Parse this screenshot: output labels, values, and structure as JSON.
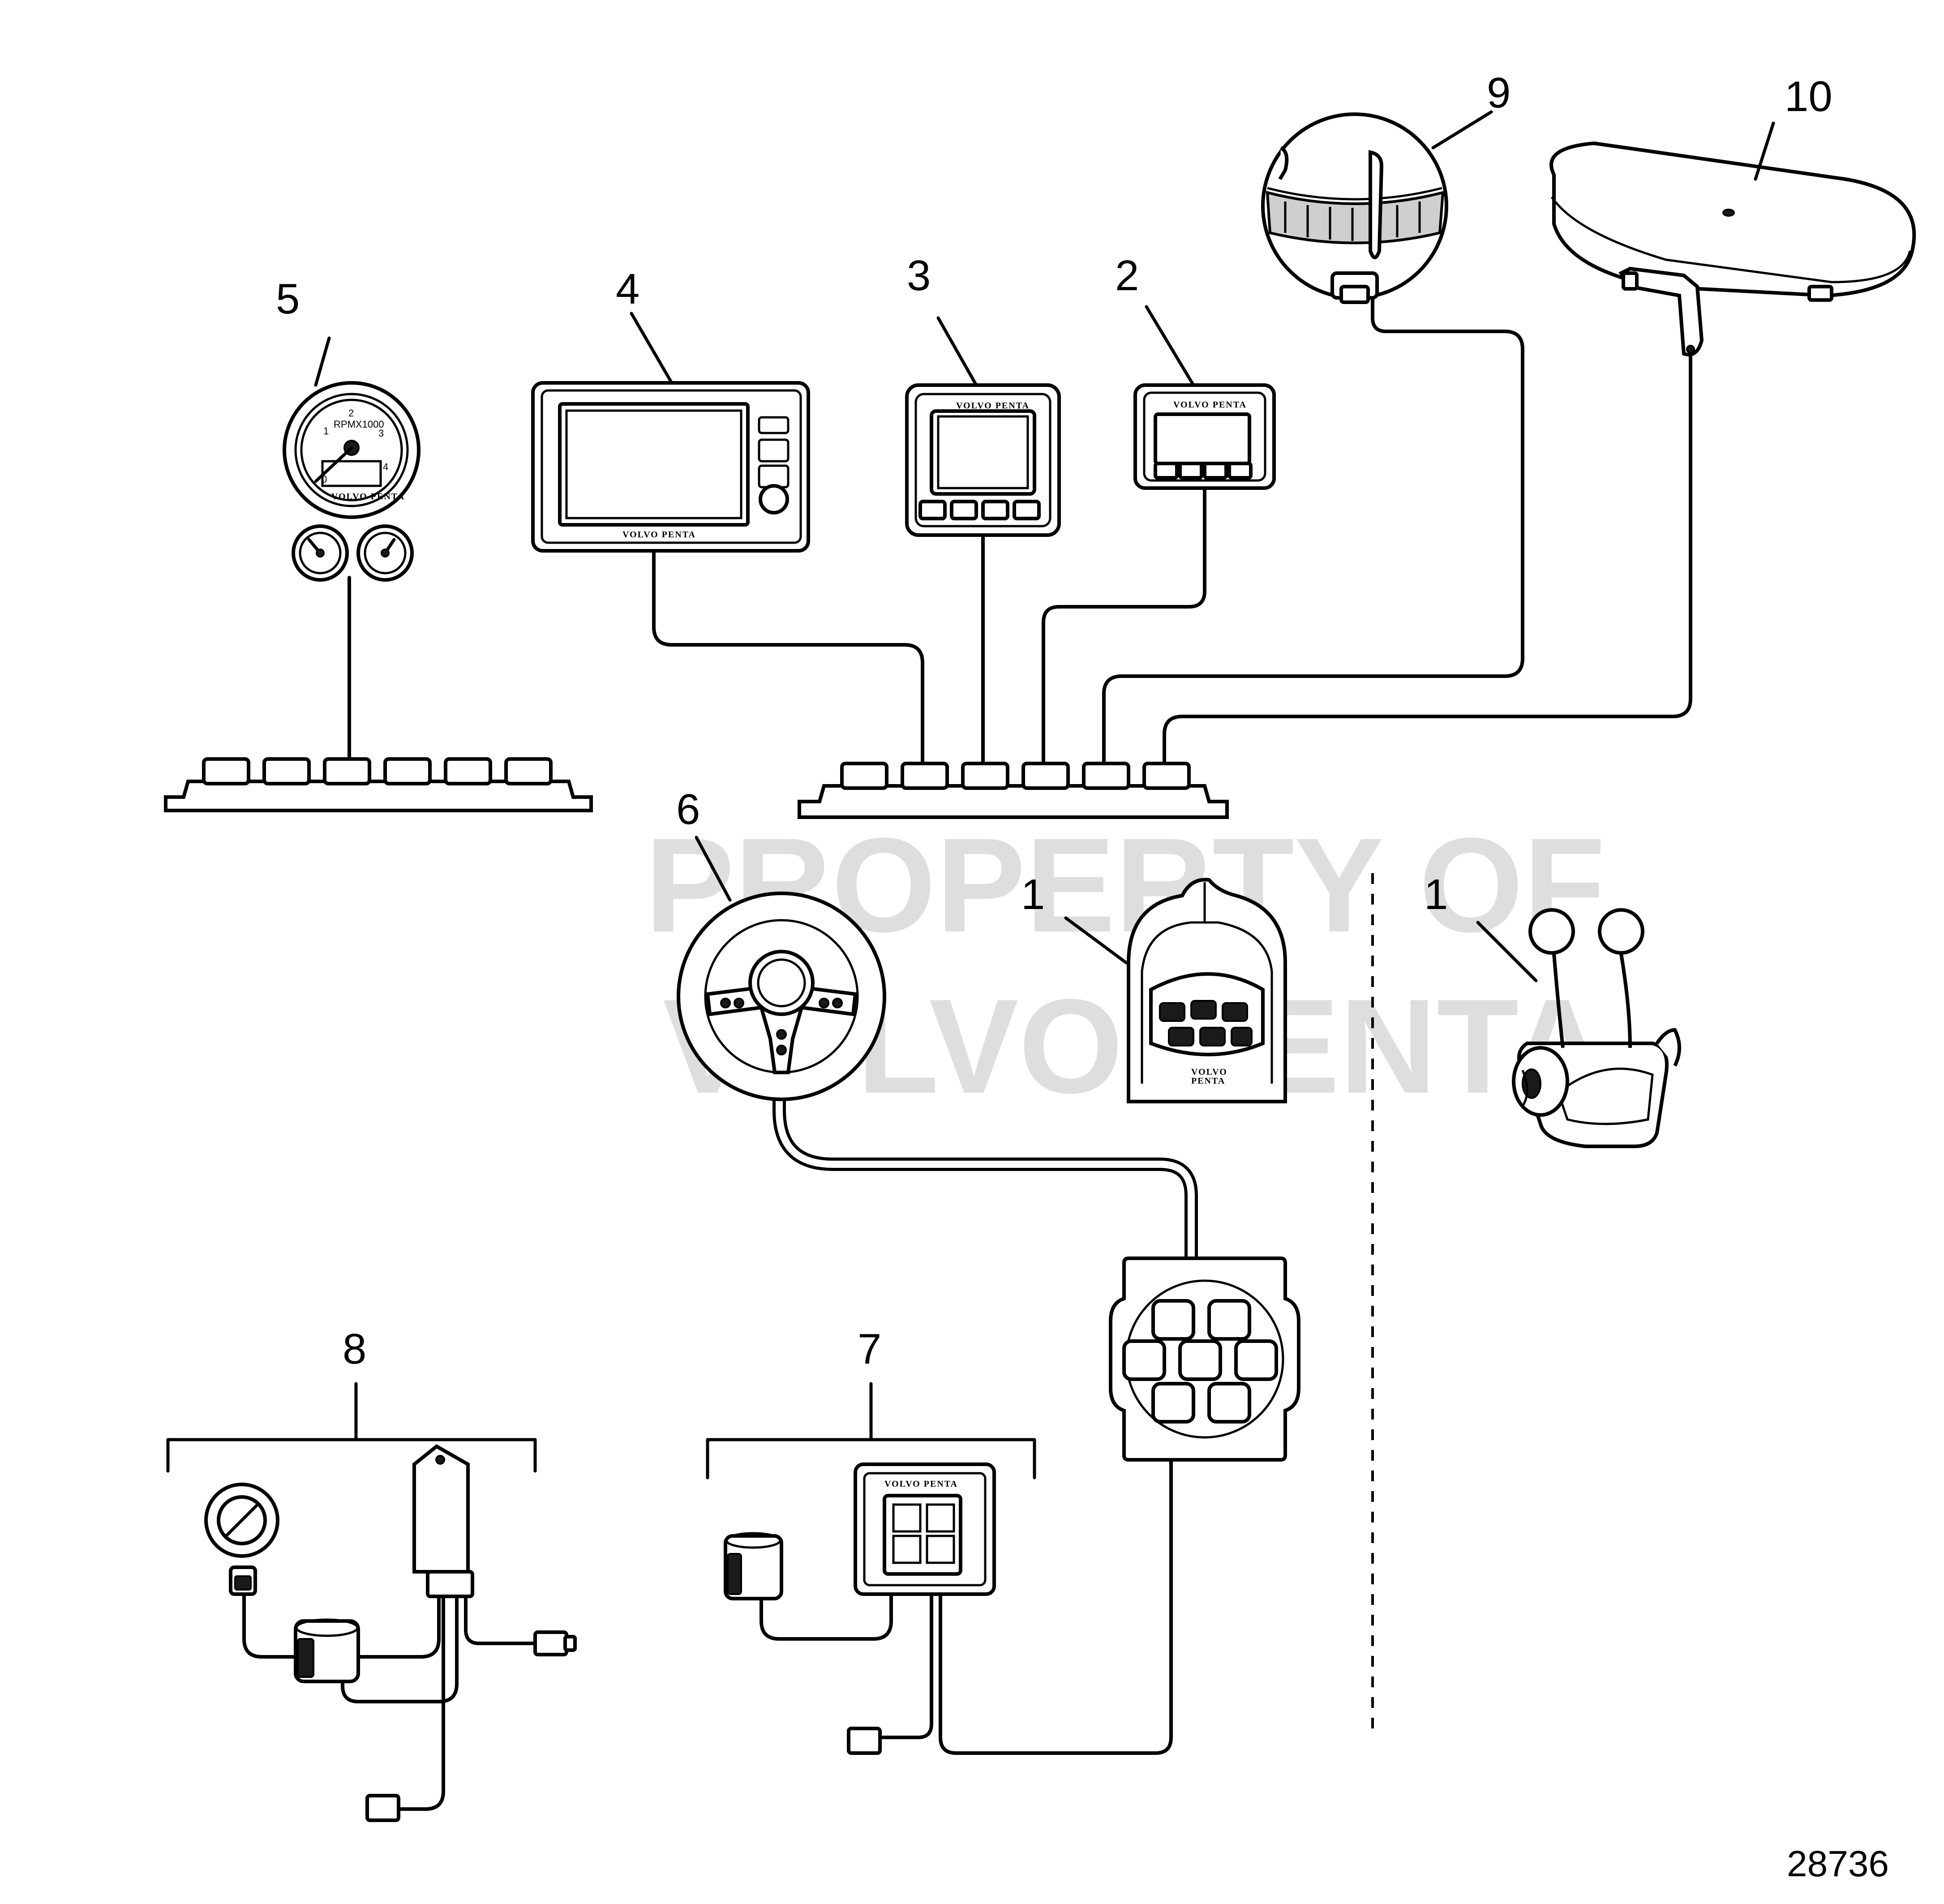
{
  "callouts": {
    "c1a": "1",
    "c1b": "1",
    "c2": "2",
    "c3": "3",
    "c4": "4",
    "c5": "5",
    "c6": "6",
    "c7": "7",
    "c8": "8",
    "c9": "9",
    "c10": "10"
  },
  "reference_number": "28736",
  "watermark": {
    "line1": "PROPERTY OF",
    "line2": "VOLVO PENTA"
  },
  "device_labels": {
    "brand": "VOLVO PENTA",
    "brand_stacked_1": "VOLVO",
    "brand_stacked_2": "PENTA",
    "tacho_unit": "RPMX1000",
    "tacho_ticks": [
      "0",
      "1",
      "2",
      "3",
      "4"
    ]
  }
}
